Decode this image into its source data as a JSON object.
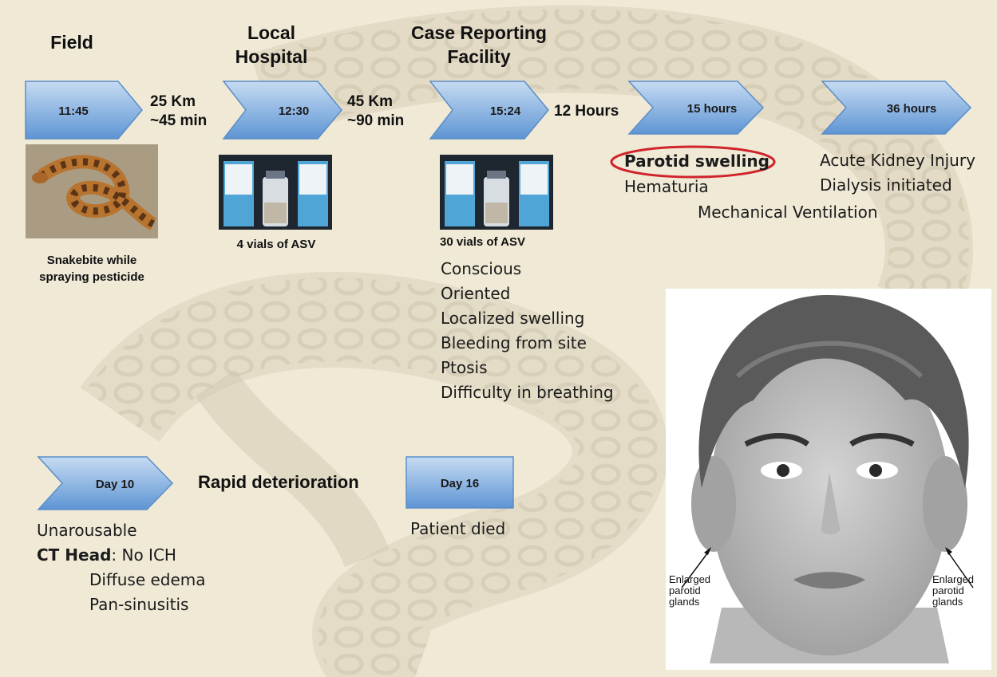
{
  "headings": {
    "field": "Field",
    "local_hospital": "Local\nHospital",
    "case_facility": "Case Reporting\nFacility"
  },
  "arrows": {
    "a1": "11:45",
    "a2": "12:30",
    "a3": "15:24",
    "a4": "15 hours",
    "a5": "36 hours",
    "day10": "Day 10",
    "day16": "Day 16"
  },
  "distances": {
    "d1": "25 Km\n~45 min",
    "d2": "45 Km\n~90 min",
    "d3": "12 Hours"
  },
  "captions": {
    "snakebite": "Snakebite while\nspraying pesticide",
    "vials4": "4 vials of ASV",
    "vials30": "30 vials of ASV"
  },
  "facility_findings": [
    "Conscious",
    "Oriented",
    "Localized swelling",
    "Bleeding from site",
    "Ptosis",
    "Difficulty in breathing"
  ],
  "hours15": {
    "highlight": "Parotid swelling",
    "second": "Hematuria",
    "third": "Mechanical Ventilation"
  },
  "hours36": {
    "first": "Acute Kidney Injury",
    "second": "Dialysis initiated"
  },
  "rapid": "Rapid deterioration",
  "day10_findings": {
    "first": "Unarousable",
    "ct_label": "CT Head",
    "ct_rest": ": No ICH",
    "edema": "Diffuse edema",
    "sinus": "Pan-sinusitis"
  },
  "day16_finding": "Patient died",
  "face_labels": {
    "left": "Enlarged\nparotid\nglands",
    "right": "Enlarged\nparotid\nglands"
  },
  "colors": {
    "arrow_top": "#c6dbf2",
    "arrow_bottom": "#5e95d4",
    "highlight_ring": "#d0232a"
  }
}
